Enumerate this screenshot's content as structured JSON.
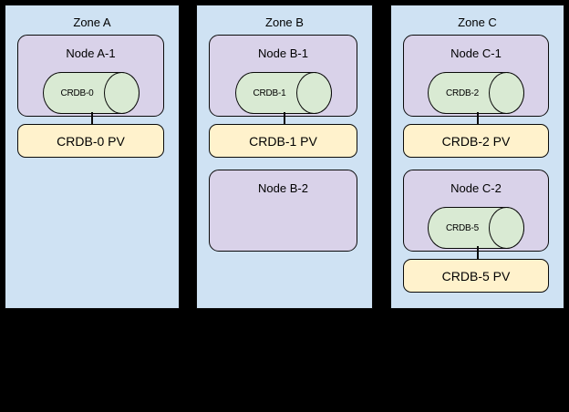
{
  "diagram": {
    "description": "Three-zone CockroachDB node and persistent volume layout",
    "colors": {
      "background": "#000000",
      "zone_fill": "#cfe2f3",
      "node_fill": "#d9d2e9",
      "cylinder_fill": "#d9ead3",
      "pv_fill": "#fff2cc",
      "border": "#0a0a0a"
    }
  },
  "zones": [
    {
      "label": "Zone A",
      "nodes": [
        {
          "label": "Node A-1",
          "cylinder": "CRDB-0",
          "pv": "CRDB-0 PV"
        }
      ]
    },
    {
      "label": "Zone B",
      "nodes": [
        {
          "label": "Node B-1",
          "cylinder": "CRDB-1",
          "pv": "CRDB-1 PV"
        },
        {
          "label": "Node B-2"
        }
      ]
    },
    {
      "label": "Zone C",
      "nodes": [
        {
          "label": "Node C-1",
          "cylinder": "CRDB-2",
          "pv": "CRDB-2 PV"
        },
        {
          "label": "Node C-2",
          "cylinder": "CRDB-5",
          "pv": "CRDB-5 PV"
        }
      ]
    }
  ]
}
